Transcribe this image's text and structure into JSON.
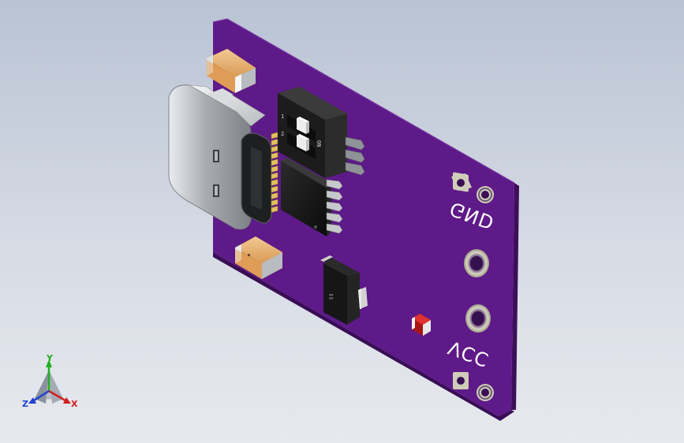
{
  "pcb": {
    "silkscreen_gnd": "GND",
    "silkscreen_vcc": "VCC",
    "switch_numbers": [
      "1",
      "2"
    ],
    "switch_on_label": "ON"
  },
  "triad": {
    "x_label": "X",
    "y_label": "Y",
    "z_label": "Z",
    "x_color": "#d02020",
    "y_color": "#20b020",
    "z_color": "#2040d0"
  },
  "colors": {
    "board_top": "#5e1a88",
    "board_edge": "#3d0f5a",
    "copper_pad": "#c9c9b0",
    "led": "#d12020"
  }
}
